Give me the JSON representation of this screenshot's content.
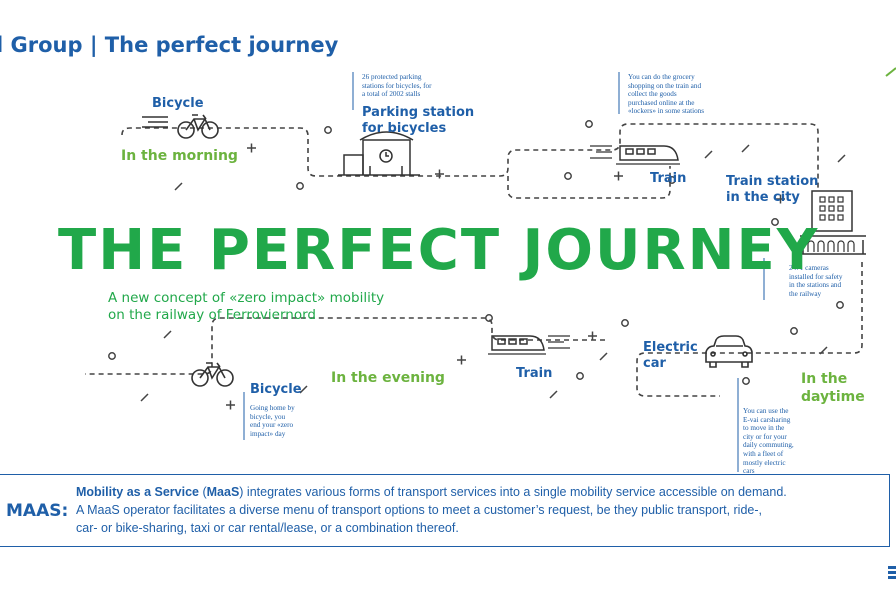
{
  "header": {
    "title": "l Group | The perfect journey"
  },
  "diagram": {
    "main_title": "THE PERFECT JOURNEY",
    "subtitle_line1": "A new concept of «zero impact» mobility",
    "subtitle_line2": "on the railway of Ferroviernord",
    "morning": {
      "bicycle_label": "Bicycle",
      "time_label": "In the morning",
      "parking_title_line1": "Parking station",
      "parking_title_line2": "for bicycles",
      "parking_note": [
        "26 protected parking",
        "stations for bicycles, for",
        "a total of 2002 stalls"
      ],
      "train_label": "Train",
      "train_note": [
        "You can do the grocery",
        "shopping on the train and",
        "collect the goods",
        "purchased online at the",
        "«lockers» in some stations"
      ]
    },
    "daytime": {
      "station_label_line1": "Train station",
      "station_label_line2": "in the city",
      "station_note": [
        "2471 cameras",
        "installed for safety",
        "in the stations and",
        "the railway"
      ],
      "time_label_line1": "In the",
      "time_label_line2": "daytime",
      "car_label_line1": "Electric",
      "car_label_line2": "car",
      "car_note": [
        "You can use the",
        "E-vai carsharing",
        "to move in the",
        "city or for your",
        "daily commuting,",
        "with a fleet of",
        "mostly electric",
        "cars"
      ]
    },
    "evening": {
      "train_label": "Train",
      "time_label": "In the evening",
      "bicycle_label": "Bicycle",
      "bicycle_note": [
        "Going home by",
        "bicycle, you",
        "end your «zero",
        "impact» day"
      ]
    }
  },
  "maas": {
    "label": "MAAS:",
    "term": "Mobility as a Service",
    "paren_open": " (",
    "abbr": "MaaS",
    "line1_rest": ") integrates various forms of transport services into a single mobility service accessible on demand.",
    "line2": "A MaaS operator facilitates a diverse menu of transport options to meet a customer’s request, be they public transport, ride-,",
    "line3": "car- or bike-sharing, taxi or car rental/lease, or a combination thereof."
  },
  "colors": {
    "blue": "#1f5fa8",
    "green": "#21a84a",
    "light_green": "#6cb33f",
    "dark": "#333333"
  }
}
